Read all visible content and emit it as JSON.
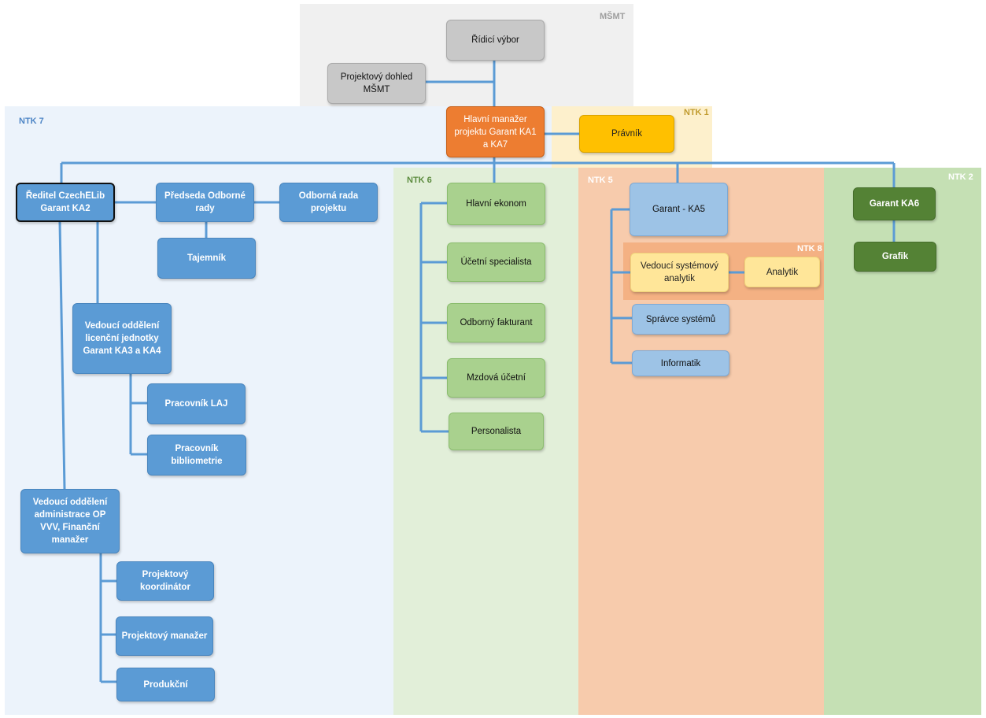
{
  "regions": {
    "msmt": {
      "label": "MŠMT",
      "color": "#f0f0f0",
      "label_color": "#9e9e9e"
    },
    "ntk7": {
      "label": "NTK 7",
      "color": "#ecf3fb",
      "label_color": "#4f86c6"
    },
    "ntk1": {
      "label": "NTK 1",
      "color": "#fdf0cc",
      "label_color": "#c09a2c"
    },
    "ntk6": {
      "label": "NTK 6",
      "color": "#e2efd9",
      "label_color": "#5c8b3e"
    },
    "ntk5": {
      "label": "NTK 5",
      "color": "#f7cbac",
      "label_color": "#ffffff"
    },
    "ntk8": {
      "label": "NTK 8",
      "color": "#f4b183",
      "label_color": "#ffffff"
    },
    "ntk2": {
      "label": "NTK 2",
      "color": "#c5e0b4",
      "label_color": "#ffffff"
    }
  },
  "connector_color": "#5b9bd5",
  "nodes": {
    "ridici_vybor": "Řídicí výbor",
    "projektovy_dohled": "Projektový dohled MŠMT",
    "hlavni_manazer": "Hlavní manažer projektu Garant KA1 a KA7",
    "pravnik": "Právník",
    "reditel": "Ředitel CzechELib Garant KA2",
    "predseda": "Předseda Odborné rady",
    "odborna_rada": "Odborná rada projektu",
    "tajemnik": "Tajemník",
    "vedouci_licencni": "Vedoucí oddělení licenční jednotky Garant KA3 a KA4",
    "pracovnik_laj": "Pracovník LAJ",
    "pracovnik_bibliometrie": "Pracovník bibliometrie",
    "vedouci_administrace": "Vedoucí oddělení administrace OP VVV, Finanční manažer",
    "projektovy_koordinator": "Projektový koordinátor",
    "projektovy_manazer": "Projektový manažer",
    "produkcni": "Produkční",
    "hlavni_ekonom": "Hlavní ekonom",
    "ucetni_specialista": "Účetní specialista",
    "odborny_fakturant": "Odborný fakturant",
    "mzdova_ucetni": "Mzdová účetní",
    "personalista": "Personalista",
    "garant_ka5": "Garant - KA5",
    "vedouci_systemovy": "Vedoucí systémový analytik",
    "analytik": "Analytik",
    "spravce_systemu": "Správce systémů",
    "informatik": "Informatik",
    "garant_ka6": "Garant KA6",
    "grafik": "Grafik"
  }
}
